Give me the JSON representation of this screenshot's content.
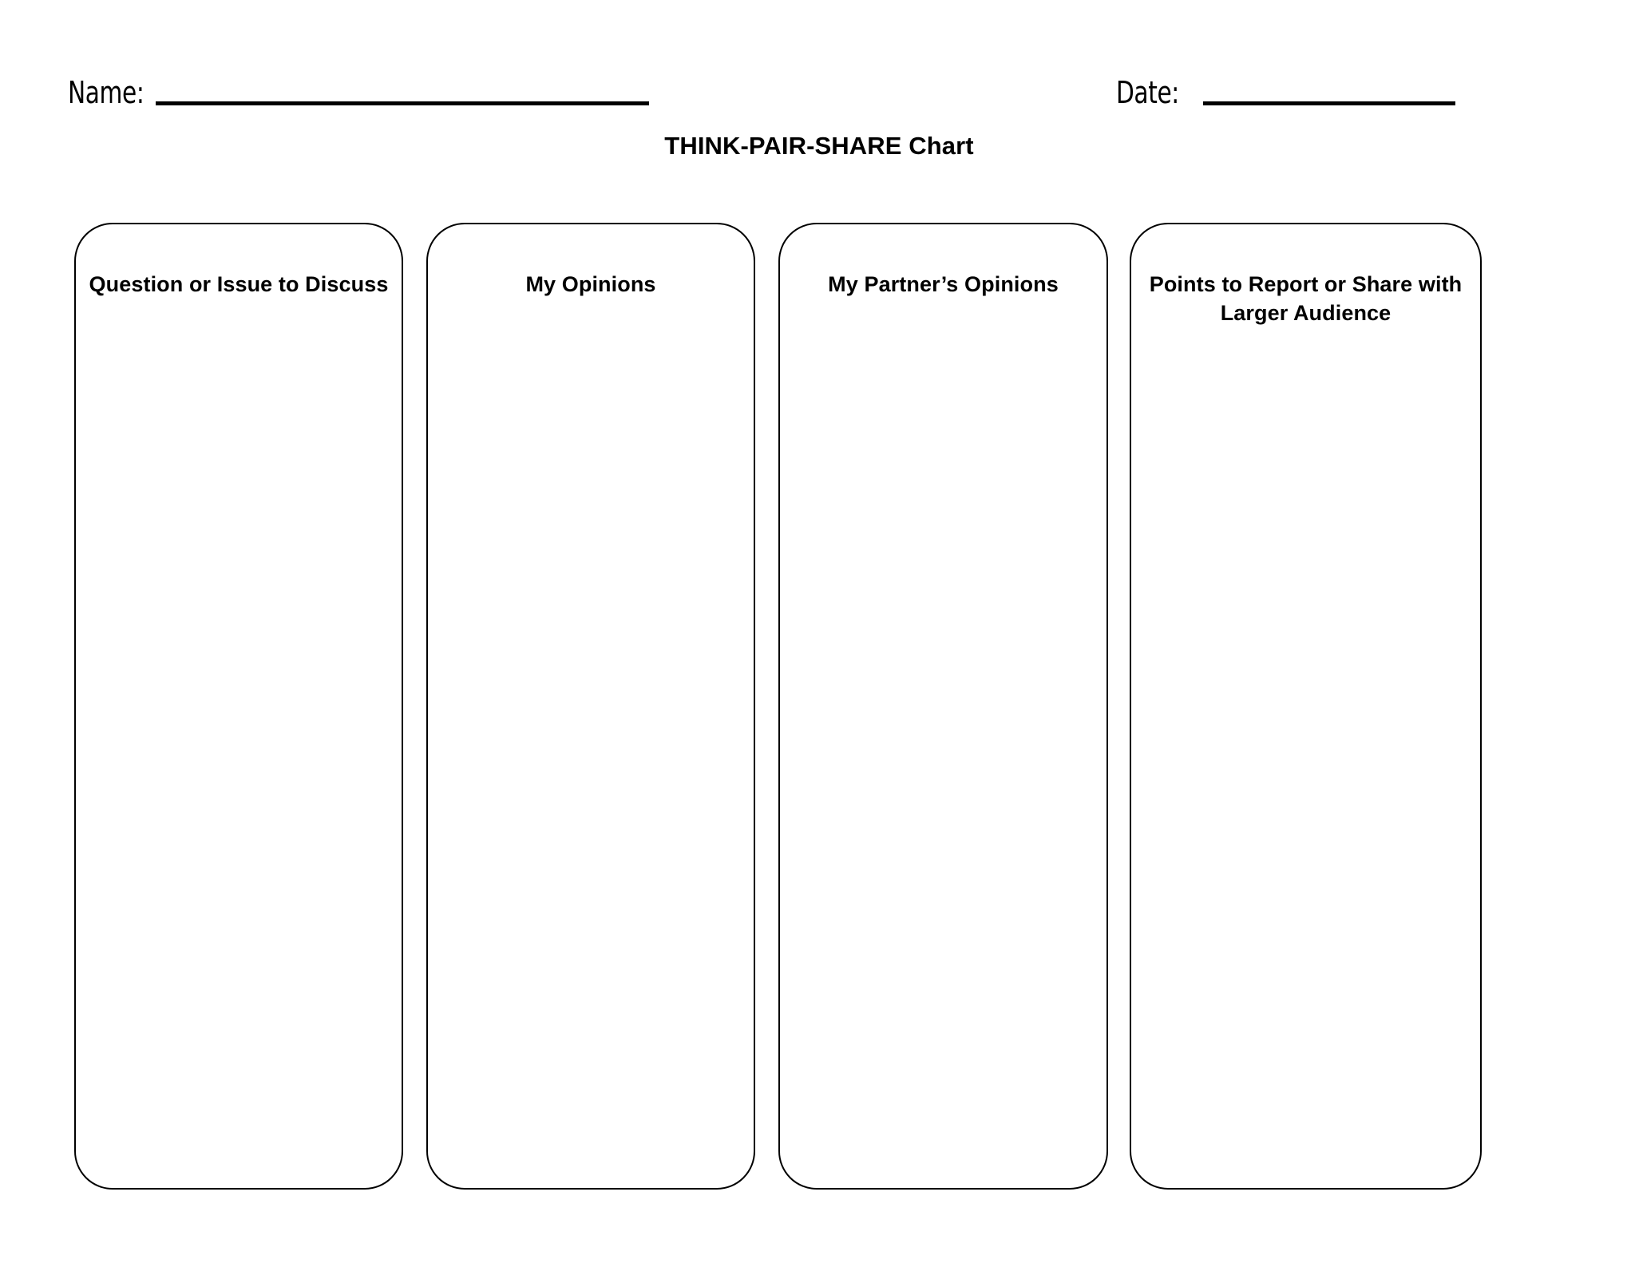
{
  "document": {
    "title": "THINK-PAIR-SHARE Chart"
  },
  "header_fields": {
    "name": {
      "label": "Name:",
      "value": ""
    },
    "date": {
      "label": "Date:",
      "value": ""
    }
  },
  "columns": [
    {
      "id": "question-or-issue-to-discuss",
      "header": "Question or Issue to Discuss",
      "content": ""
    },
    {
      "id": "my-opinions",
      "header": "My Opinions",
      "content": ""
    },
    {
      "id": "my-partners-opinions",
      "header": "My Partner’s Opinions",
      "content": ""
    },
    {
      "id": "points-to-report-or-share",
      "header": "Points to Report or Share with Larger Audience",
      "content": ""
    }
  ],
  "colors": {
    "page_background": "#ffffff",
    "ink": "#000000",
    "card_border": "#000000"
  }
}
